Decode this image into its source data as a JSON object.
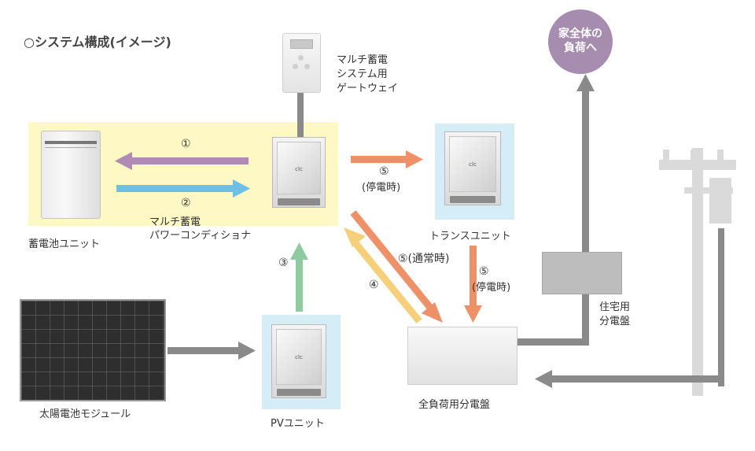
{
  "title": "○システム構成(イメージ)",
  "gateway_label": [
    "マルチ蓄電",
    "システム用",
    "ゲートウェイ"
  ],
  "battery_label": "蓄電池ユニット",
  "pcs_label": [
    "マルチ蓄電",
    "パワーコンディショナ"
  ],
  "trans_label": "トランスユニット",
  "solar_label": "太陽電池モジュール",
  "pv_label": "PVユニット",
  "house_panel_label": [
    "住宅用",
    "分電盤"
  ],
  "all_load_panel_label": "全負荷用分電盤",
  "house_load_label": [
    "家全体の",
    "負荷へ"
  ],
  "unit_logo": "clc",
  "flows": {
    "f1": "①",
    "f2": "②",
    "f3": "③",
    "f4": "④",
    "f5_outage_a": "⑤",
    "f5_outage_a_sub": "(停電時)",
    "f5_normal": "⑤(通常時)",
    "f5_outage_b": "⑤",
    "f5_outage_b_sub": "(停電時)"
  },
  "colors": {
    "purple": "#b18ab5",
    "blue": "#6dbfe6",
    "green": "#8fcaa0",
    "yellow": "#f6cf7a",
    "orange": "#ee9068",
    "gray": "#8a8a8a",
    "highlight_yellow": "#fdf8c4",
    "highlight_blue": "#d5edf7",
    "bubble": "#a68db0"
  }
}
